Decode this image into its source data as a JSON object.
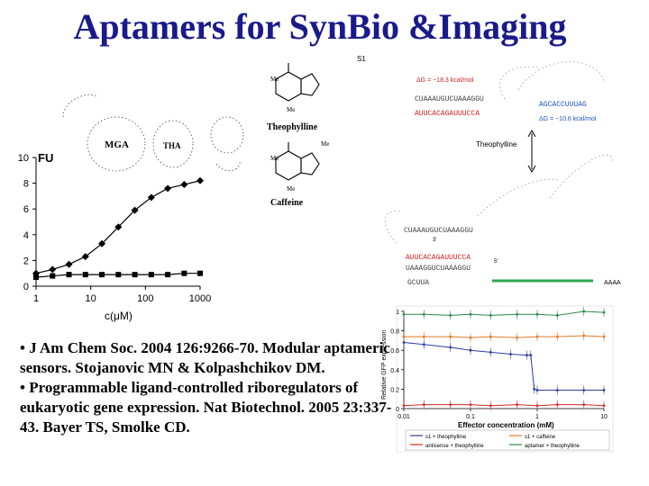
{
  "title": "Aptamers for SynBio &Imaging",
  "structures": {
    "mga": "MGA",
    "tha": "THA",
    "theophylline": "Theophylline",
    "caffeine": "Caffeine",
    "me": "Me",
    "s1": "S1"
  },
  "switch": {
    "dg1": "ΔG = −18.3 kcal/mol",
    "dg2": "ΔG = −10.6 kcal/mol",
    "ligand": "Theophylline",
    "tail": "AAAA",
    "seq_top": "CUAAAUGUCUAAAGGU",
    "seq_top2": "AUUCACAGAUUUCCA",
    "seq_mid": "CUAAAUGUCUAAAGGU",
    "seq_bot": "AUUCACAGAUUUCCA",
    "seq_bot2": "UAAAGGUCUAAAGGU",
    "five_prime": "5'",
    "three_prime": "3'"
  },
  "refs": [
    "• J Am Chem Soc. 2004 126:9266-70. Modular aptameric sensors. Stojanovic MN & Kolpashchikov DM.",
    "• Programmable ligand-controlled riboregulators of eukaryotic gene expression. Nat Biotechnol. 2005 23:337-43. Bayer TS, Smolke CD."
  ],
  "chart_data": [
    {
      "type": "line",
      "ylabel": "FU",
      "xlabel": "c(μM)",
      "xscale": "log",
      "xlim": [
        1,
        1000
      ],
      "ylim": [
        0,
        10
      ],
      "xticks": [
        "1",
        "10",
        "100",
        "1000"
      ],
      "yticks": [
        "0",
        "2",
        "4",
        "6",
        "8",
        "10"
      ],
      "series": [
        {
          "marker": "diamond",
          "x": [
            1,
            2,
            4,
            8,
            16,
            32,
            64,
            128,
            256,
            512,
            1000
          ],
          "y": [
            1.0,
            1.3,
            1.7,
            2.3,
            3.3,
            4.6,
            5.9,
            6.9,
            7.6,
            7.9,
            8.2
          ]
        },
        {
          "marker": "square",
          "x": [
            1,
            2,
            4,
            8,
            16,
            32,
            64,
            128,
            256,
            512,
            1000
          ],
          "y": [
            0.7,
            0.8,
            0.9,
            0.9,
            0.9,
            0.9,
            0.9,
            0.9,
            0.9,
            1.0,
            1.0
          ]
        }
      ]
    },
    {
      "type": "line",
      "ylabel": "Relative GFP expression",
      "xlabel": "Effector concentration (mM)",
      "xscale": "log",
      "xlim": [
        0.01,
        10
      ],
      "ylim": [
        0,
        1
      ],
      "xticks": [
        "0.01",
        "0.1",
        "1",
        "10"
      ],
      "yticks": [
        "0",
        "0.2",
        "0.4",
        "0.6",
        "0.8",
        "1"
      ],
      "legend_position": "bottom",
      "series": [
        {
          "name": "s1 + theophylline",
          "color": "#2e3f9a",
          "x": [
            0.01,
            0.02,
            0.05,
            0.1,
            0.2,
            0.4,
            0.7,
            0.8,
            0.9,
            1,
            2,
            5,
            10
          ],
          "y": [
            0.68,
            0.66,
            0.63,
            0.6,
            0.58,
            0.56,
            0.55,
            0.55,
            0.2,
            0.19,
            0.19,
            0.19,
            0.19
          ]
        },
        {
          "name": "s1 + caffeine",
          "color": "#dd7a2a",
          "x": [
            0.01,
            0.02,
            0.05,
            0.1,
            0.2,
            0.5,
            1,
            2,
            5,
            10
          ],
          "y": [
            0.74,
            0.74,
            0.74,
            0.73,
            0.74,
            0.73,
            0.74,
            0.74,
            0.75,
            0.74
          ]
        },
        {
          "name": "antisense + theophylline",
          "color": "#cc2b2b",
          "x": [
            0.01,
            0.02,
            0.05,
            0.1,
            0.2,
            0.5,
            1,
            2,
            5,
            10
          ],
          "y": [
            0.03,
            0.04,
            0.04,
            0.04,
            0.03,
            0.04,
            0.03,
            0.04,
            0.04,
            0.03
          ]
        },
        {
          "name": "aptamer + theophylline",
          "color": "#2a8a4a",
          "x": [
            0.01,
            0.02,
            0.05,
            0.1,
            0.2,
            0.5,
            1,
            2,
            5,
            10
          ],
          "y": [
            0.97,
            0.97,
            0.96,
            0.97,
            0.96,
            0.97,
            0.97,
            0.96,
            1.0,
            0.99
          ]
        }
      ]
    }
  ]
}
